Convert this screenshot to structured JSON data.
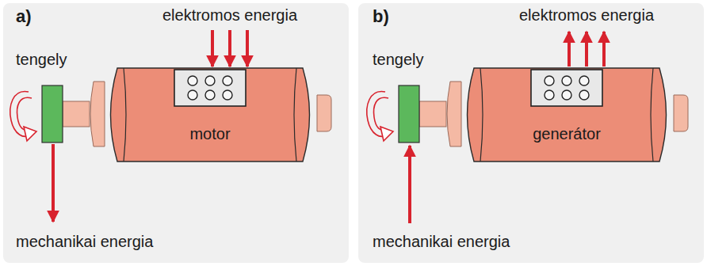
{
  "diagram": {
    "nodes": [
      {
        "text": [
          "motor"
        ]
      },
      {
        "text": [
          "generátor"
        ]
      }
    ],
    "labels": [
      "a)",
      "elektromos energia",
      "tengely",
      "mechanikai energia",
      "b)",
      "elektromos energia",
      "tengely",
      "mechanikai energia"
    ]
  }
}
